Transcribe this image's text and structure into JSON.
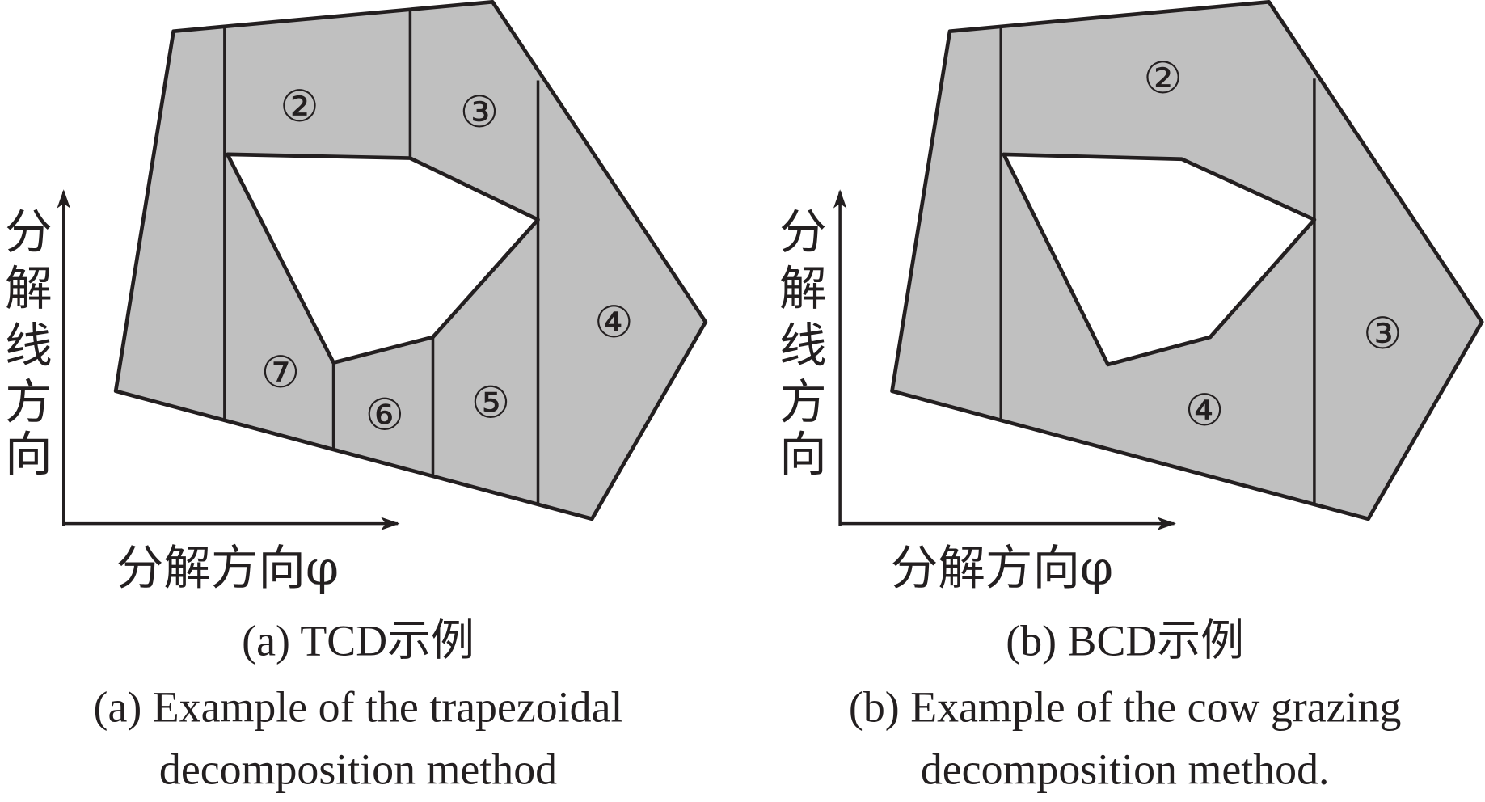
{
  "colors": {
    "region_fill": "#c0c0c0",
    "stroke": "#231f20",
    "background": "#ffffff"
  },
  "axes": {
    "y_label_chars": [
      "分",
      "解",
      "线",
      "方",
      "向"
    ],
    "x_label": "分解方向φ"
  },
  "panel_a": {
    "region_labels": [
      "②",
      "③",
      "④",
      "⑤",
      "⑥",
      "⑦"
    ],
    "caption_cn": "(a) TCD示例",
    "caption_en_line1": "(a) Example of the trapezoidal",
    "caption_en_line2": "decomposition method"
  },
  "panel_b": {
    "region_labels": [
      "②",
      "③",
      "④"
    ],
    "caption_cn": "(b) BCD示例",
    "caption_en_line1": "(b) Example of the cow grazing",
    "caption_en_line2": "decomposition method."
  }
}
